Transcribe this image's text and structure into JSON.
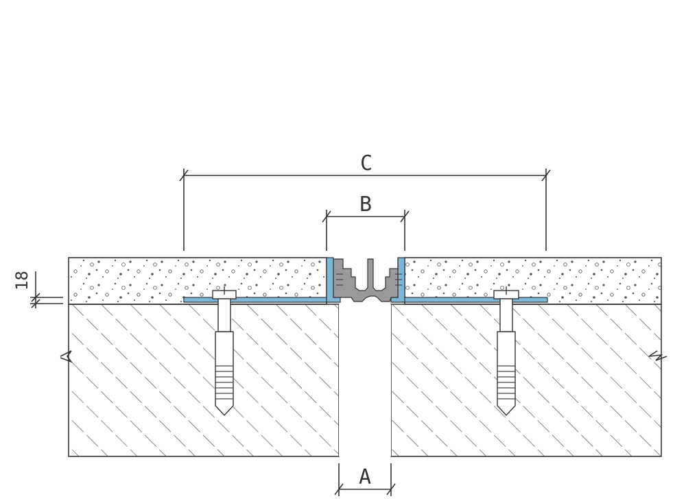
{
  "dimensions": {
    "A": "A",
    "B": "B",
    "C": "C",
    "thickness": "18"
  },
  "colors": {
    "profile": "#7fb8d6",
    "insert": "#9a9a9a",
    "line": "#333333"
  }
}
